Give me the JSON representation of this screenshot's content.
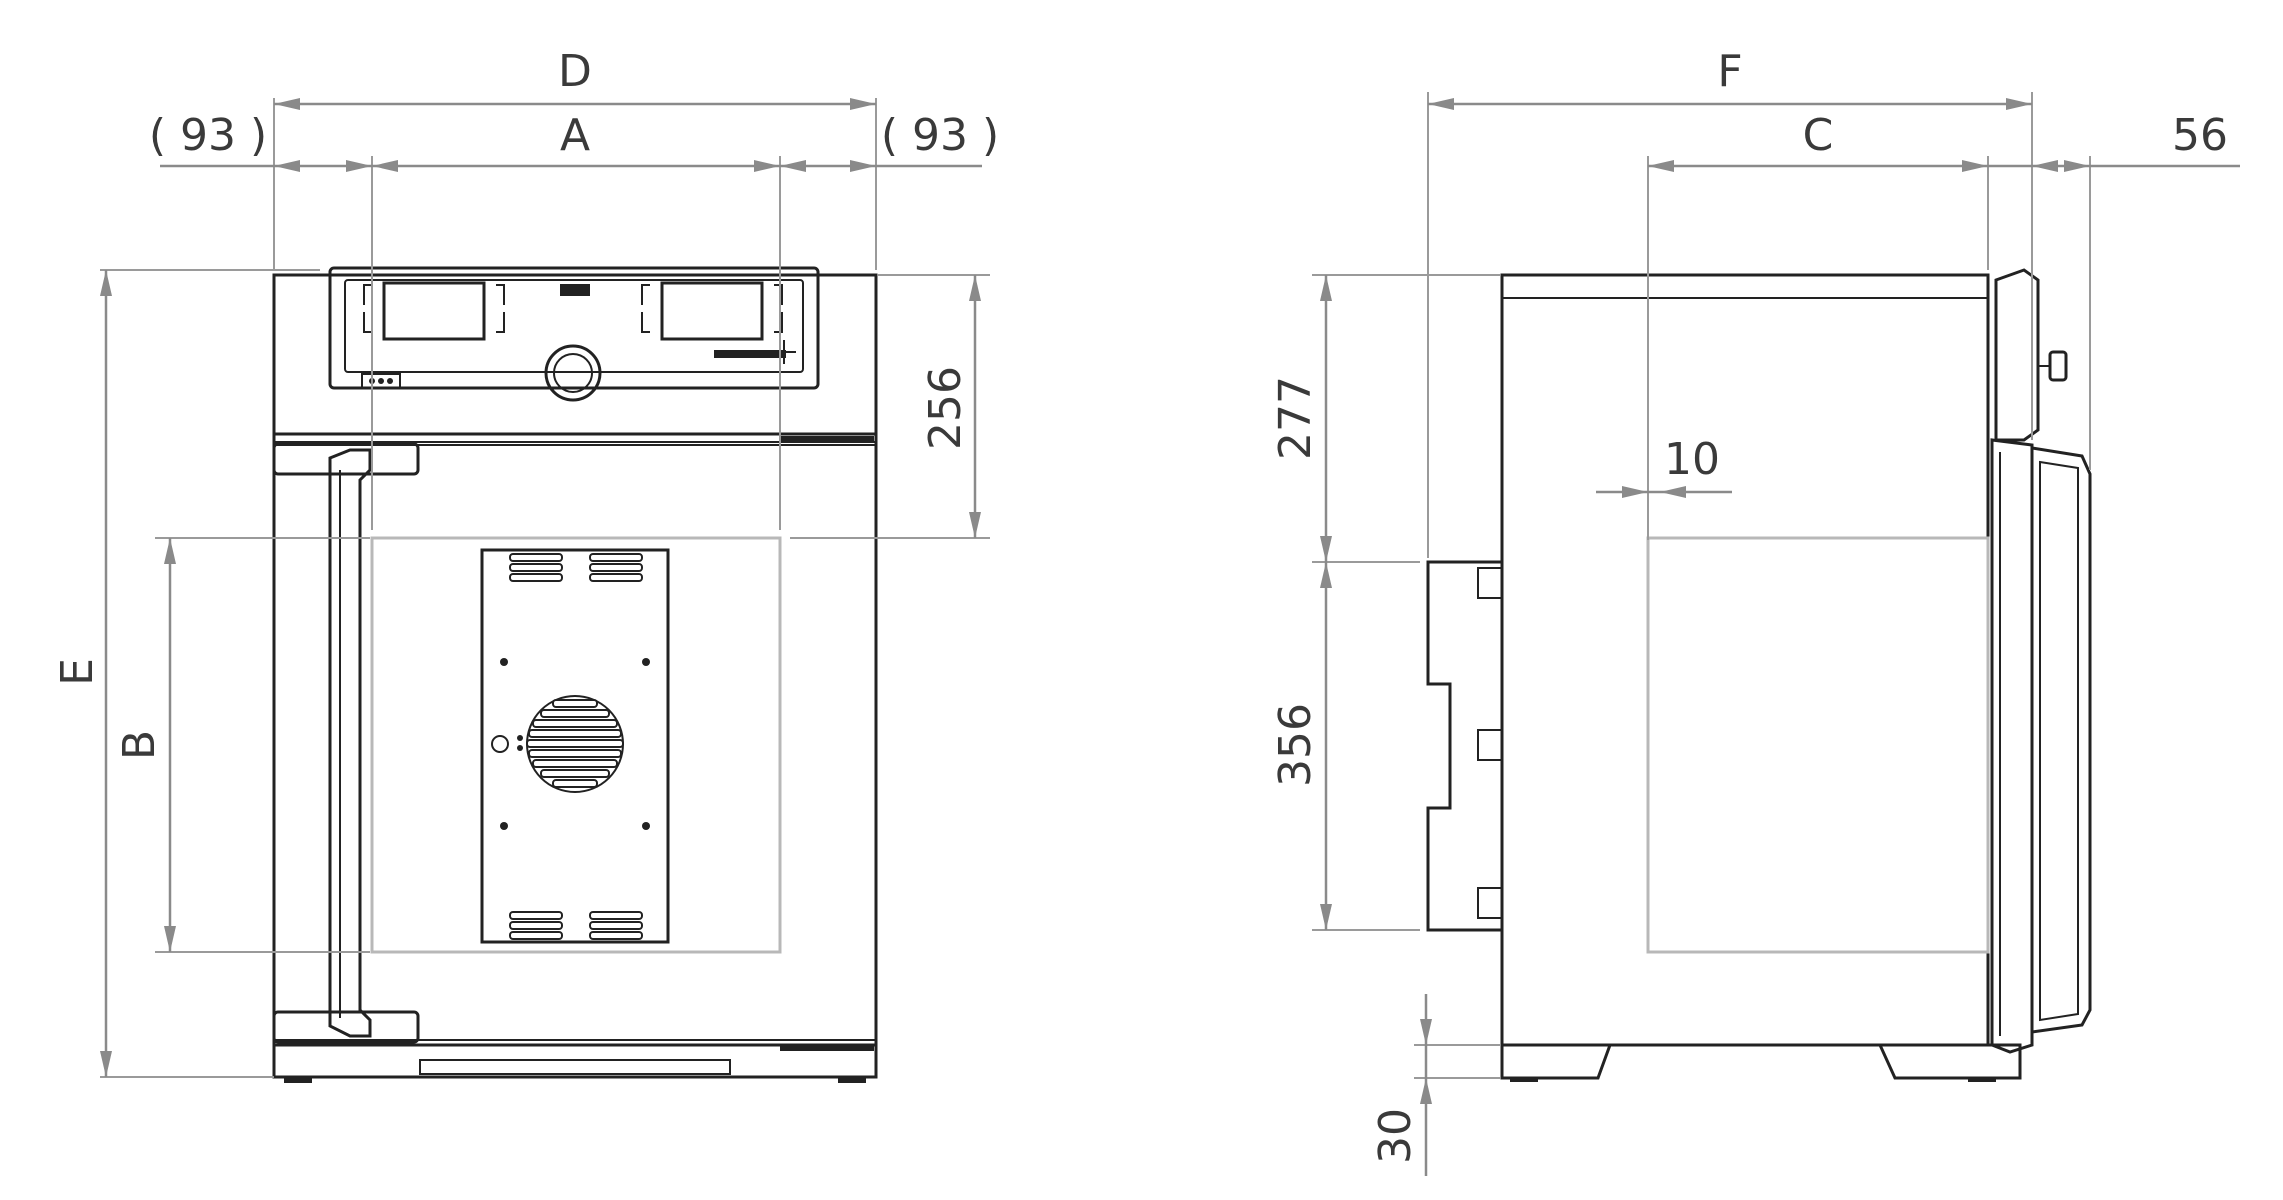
{
  "dimensions": {
    "D": "D",
    "A": "A",
    "left_clearance": "( 93 )",
    "right_clearance": "( 93 )",
    "E": "E",
    "B": "B",
    "front_top_height": "256",
    "F": "F",
    "C": "C",
    "door_depth": "56",
    "side_top_height": "277",
    "side_mid_height": "356",
    "wall_gap": "10",
    "foot_height": "30"
  }
}
